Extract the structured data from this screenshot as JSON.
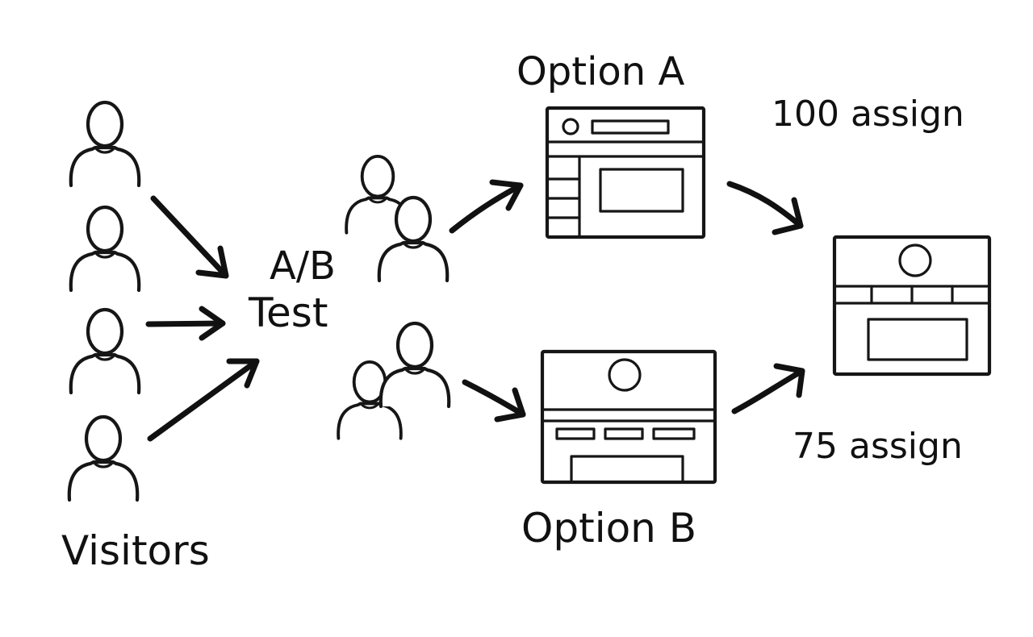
{
  "labels": {
    "visitors": "Visitors",
    "ab_line1": "A/B",
    "ab_line2": "Test",
    "option_a": "Option A",
    "option_b": "Option B",
    "assign_a": "100 assign",
    "assign_b": "75 assign"
  },
  "icons": {
    "person": "person-icon",
    "page": "web-page-icon",
    "arrow": "arrow-icon"
  },
  "colors": {
    "ink": "#161616",
    "background": "#ffffff"
  }
}
